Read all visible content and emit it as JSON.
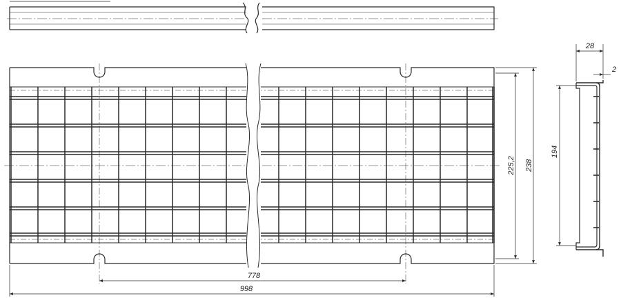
{
  "drawing": {
    "line_color": "#2a2a2a",
    "background": "#ffffff",
    "dimensions": {
      "overall_length": "998",
      "slot_spacing": "778",
      "inner_width": "225,2",
      "overall_width": "238",
      "profile_top_width": "28",
      "profile_lip": "2",
      "profile_height": "194"
    }
  }
}
